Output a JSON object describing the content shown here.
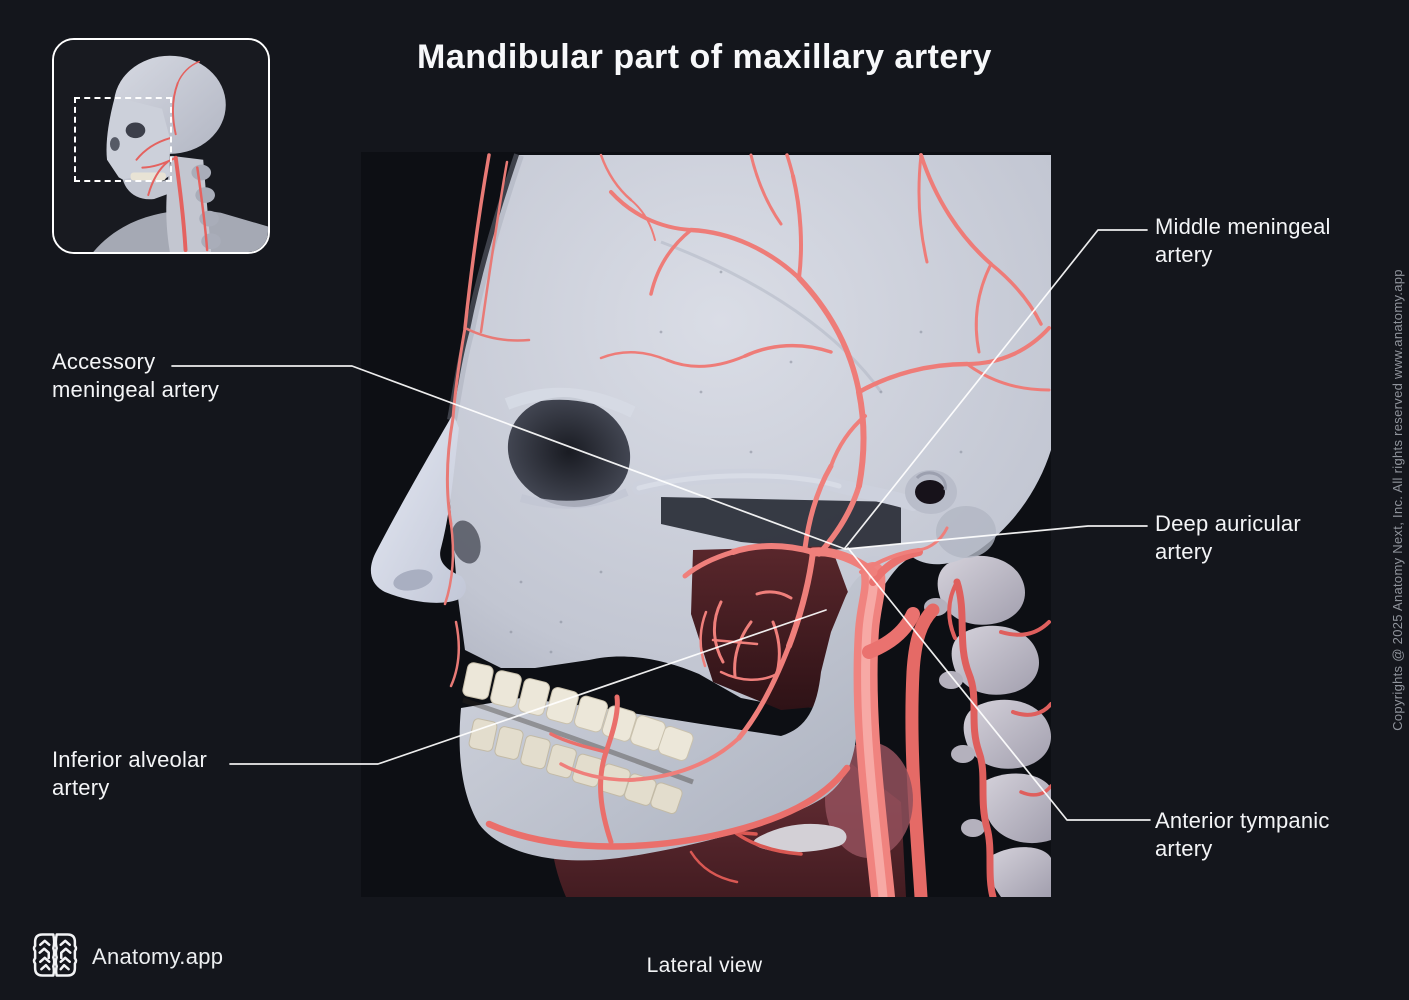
{
  "title": "Mandibular part of maxillary artery",
  "view_label": "Lateral view",
  "brand": {
    "name": "Anatomy.app",
    "logo_icon": "brain-icon"
  },
  "copyright": "Copyrights @ 2025 Anatomy Next, Inc. All rights reserved www.anatomy.app",
  "labels": [
    {
      "id": "middle-meningeal-artery",
      "text": "Middle meningeal artery",
      "line1": "Middle meningeal",
      "line2": "artery",
      "side": "right"
    },
    {
      "id": "accessory-meningeal-artery",
      "text": "Accessory meningeal artery",
      "line1": "Accessory",
      "line2": "meningeal artery",
      "side": "left"
    },
    {
      "id": "deep-auricular-artery",
      "text": "Deep auricular artery",
      "line1": "Deep auricular",
      "line2": "artery",
      "side": "right"
    },
    {
      "id": "inferior-alveolar-artery",
      "text": "Inferior alveolar artery",
      "line1": "Inferior alveolar",
      "line2": "artery",
      "side": "left"
    },
    {
      "id": "anterior-tympanic-artery",
      "text": "Anterior tympanic artery",
      "line1": "Anterior tympanic",
      "line2": "artery",
      "side": "right"
    }
  ],
  "colors": {
    "background": "#14161c",
    "text": "#f3f4f6",
    "artery_accent": "#ee7c78",
    "bone": "#c9cdd8",
    "leader_line": "#ffffff",
    "copyright_text": "#90949c"
  }
}
